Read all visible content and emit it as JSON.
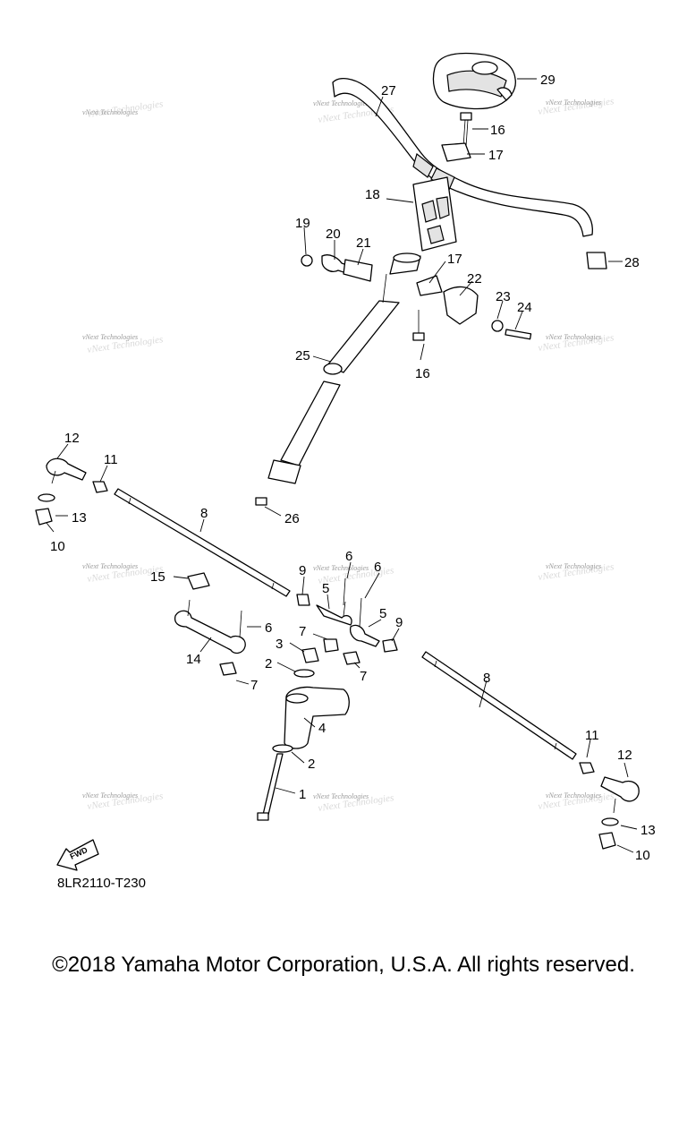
{
  "diagram": {
    "code": "8LR2110-T230",
    "fwd_label": "FWD",
    "watermark": "vNext Technologies",
    "callouts": [
      "1",
      "2",
      "3",
      "4",
      "5",
      "6",
      "7",
      "8",
      "9",
      "10",
      "11",
      "12",
      "13",
      "14",
      "15",
      "16",
      "17",
      "18",
      "19",
      "20",
      "21",
      "22",
      "23",
      "24",
      "25",
      "26",
      "27",
      "28",
      "29"
    ]
  },
  "footer": {
    "copyright": "©2018 Yamaha Motor Corporation, U.S.A. All rights reserved."
  }
}
